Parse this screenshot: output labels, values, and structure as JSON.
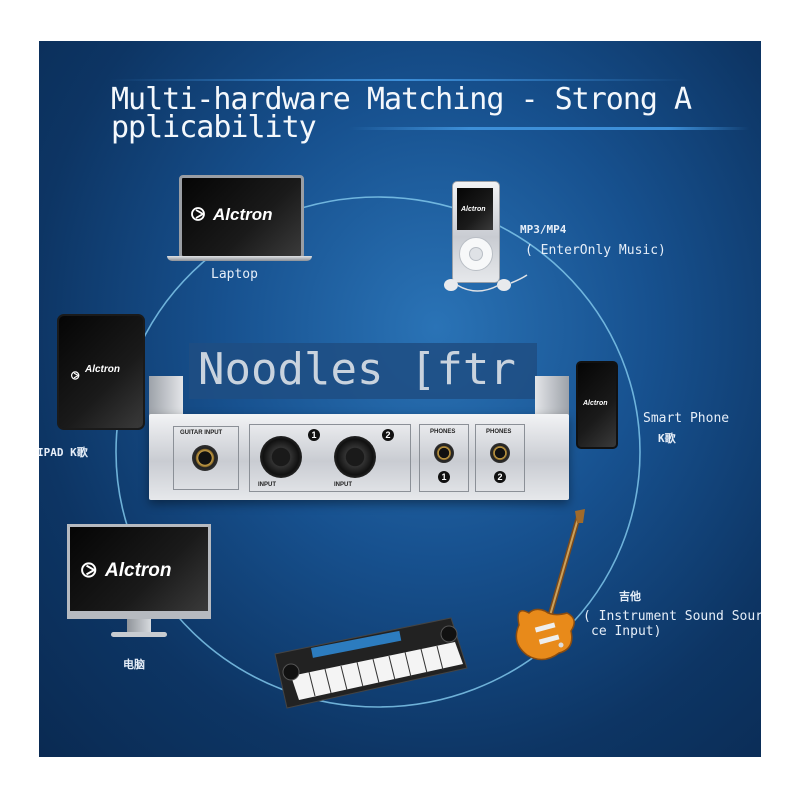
{
  "title": {
    "line1": "Multi-hardware Matching - Strong A",
    "line2": "pplicability"
  },
  "overlay_text": "Noodles [ftr",
  "brand": "Alctron",
  "devices": {
    "laptop": "Laptop",
    "mp3_line1": "MP3/MP4",
    "mp3_line2": "( EnterOnly Music)",
    "ipad": "IPAD K歌",
    "phone_line1": "Smart Phone",
    "phone_line2": "K歌",
    "guitar_line1": "吉他",
    "guitar_line2": "( Instrument Sound Sour",
    "guitar_line3": "ce Input)",
    "computer": "电脑"
  },
  "interface_panel": {
    "guitar_input": "GUITAR INPUT",
    "input": "INPUT",
    "phones": "PHONES",
    "ch1": "1",
    "ch2": "2"
  },
  "colors": {
    "background": "#17518f",
    "ring": "#7fc6ea",
    "accent_line": "#3d8fd8"
  }
}
